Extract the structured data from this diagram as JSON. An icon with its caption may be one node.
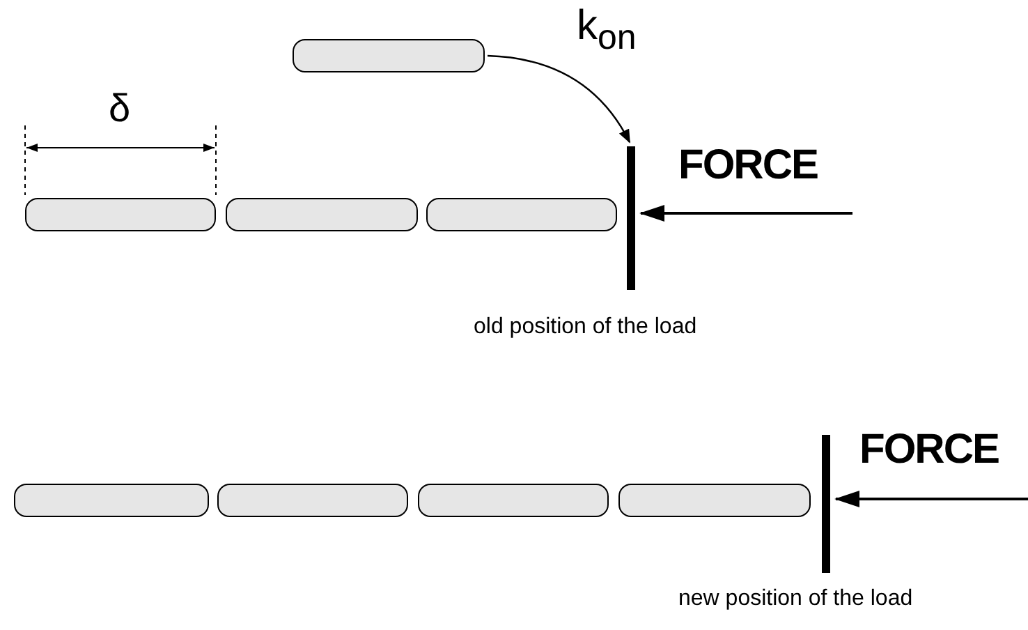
{
  "diagram": {
    "nodes": [
      {
        "text": [],
        "shape": "box"
      },
      {
        "text": [],
        "shape": "box"
      },
      {
        "text": [],
        "shape": "box"
      },
      {
        "text": [],
        "shape": "box"
      },
      {
        "text": [],
        "shape": "bar",
        "beside": [
          "old position of the load"
        ]
      },
      {
        "text": [],
        "shape": "box"
      },
      {
        "text": [],
        "shape": "box"
      },
      {
        "text": [],
        "shape": "box"
      },
      {
        "text": [],
        "shape": "box"
      },
      {
        "text": [],
        "shape": "bar",
        "beside": [
          "new position of the load"
        ]
      }
    ],
    "edges": [
      {
        "from": 0,
        "to": 4,
        "arrow": "to",
        "label": "k$_{on}$"
      }
    ],
    "labels": [
      "δ",
      "FORCE",
      "FORCE"
    ]
  }
}
